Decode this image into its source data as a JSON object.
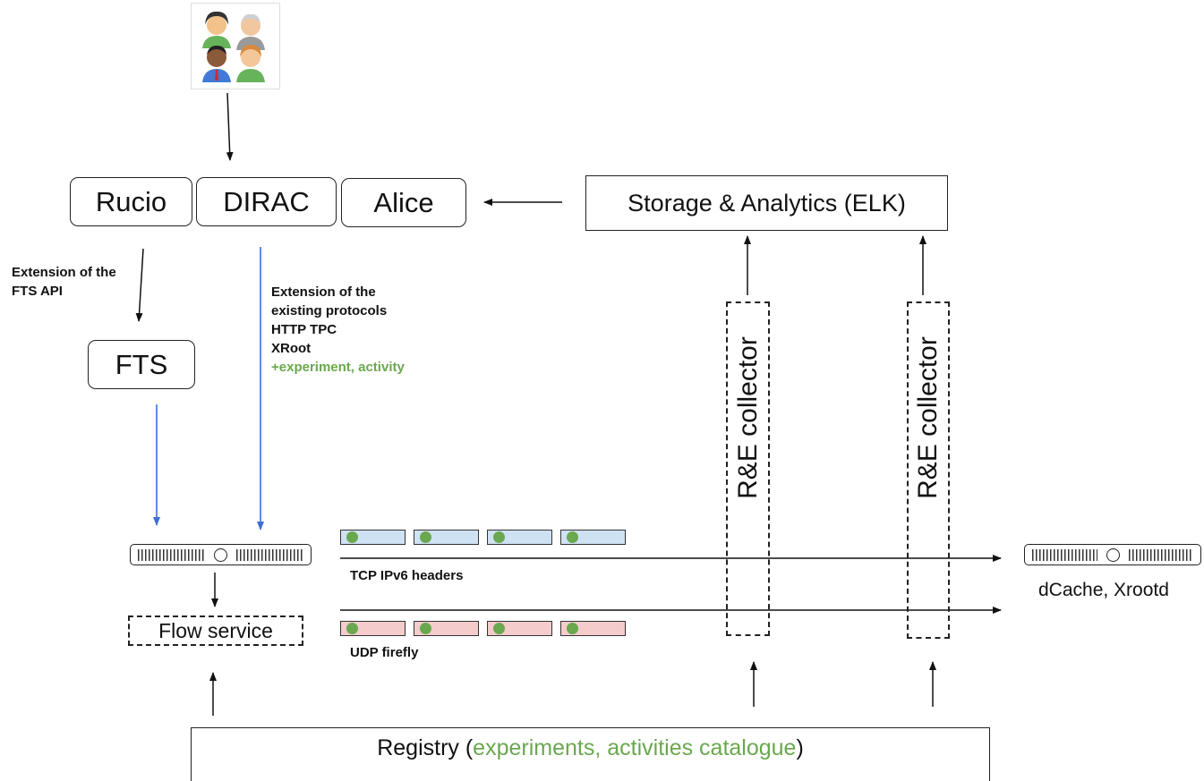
{
  "nodes": {
    "rucio": "Rucio",
    "dirac": "DIRAC",
    "alice": "Alice",
    "storage": "Storage & Analytics (ELK)",
    "fts": "FTS",
    "flow_service": "Flow service",
    "collector_1": "R&E collector",
    "collector_2": "R&E collector",
    "endpoint_label": "dCache, Xrootd",
    "registry_prefix": "Registry (",
    "registry_green": "experiments, activities catalogue",
    "registry_suffix": ")"
  },
  "notes": {
    "fts_api_1": "Extension of the",
    "fts_api_2": "FTS API",
    "proto_1": "Extension of the",
    "proto_2": "existing protocols",
    "proto_3": "HTTP TPC",
    "proto_4": "XRoot",
    "proto_5": "+experiment, activity"
  },
  "flows": {
    "tcp_label": "TCP IPv6 headers",
    "udp_label": "UDP firefly"
  },
  "colors": {
    "accent_green": "#6aa84f",
    "blue_arrow": "#3c6fd1",
    "tcp_packet": "#cfe2f3",
    "udp_packet": "#f4cccc"
  },
  "icons": {
    "users": "users-group-icon",
    "server": "server-rack-icon"
  }
}
